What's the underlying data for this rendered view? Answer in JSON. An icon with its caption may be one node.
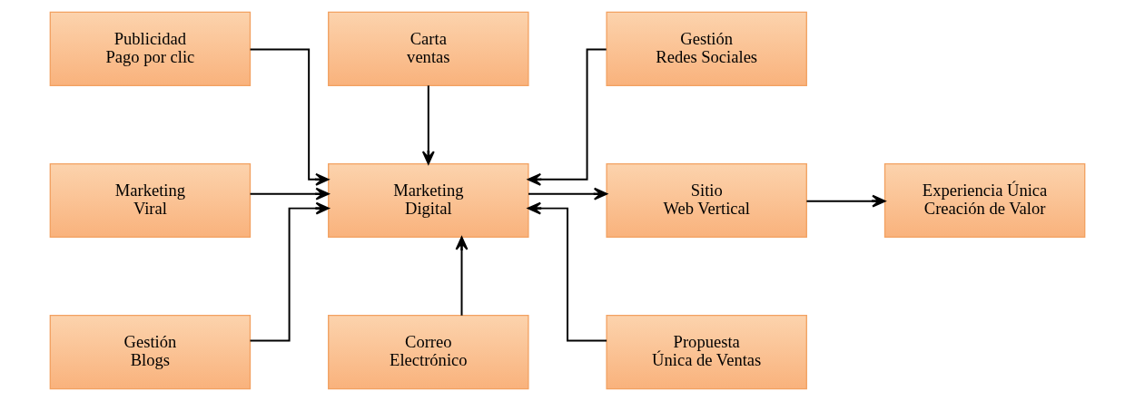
{
  "diagram": {
    "nodes": [
      {
        "text": [
          "Publicidad",
          "Pago por clic"
        ]
      },
      {
        "text": [
          "Carta",
          "ventas"
        ]
      },
      {
        "text": [
          "Gestión",
          "Redes Sociales"
        ]
      },
      {
        "text": [
          "Marketing",
          "Viral"
        ]
      },
      {
        "text": [
          "Marketing",
          "Digital"
        ]
      },
      {
        "text": [
          "Sitio",
          "Web Vertical"
        ]
      },
      {
        "text": [
          "Experiencia Única",
          "Creación de Valor"
        ]
      },
      {
        "text": [
          "Gestión",
          "Blogs"
        ]
      },
      {
        "text": [
          "Correo",
          "Electrónico"
        ]
      },
      {
        "text": [
          "Propuesta",
          "Única de Ventas"
        ]
      }
    ],
    "edges": [
      {
        "from": 0,
        "to": 4,
        "arrow": "to"
      },
      {
        "from": 1,
        "to": 4,
        "arrow": "to"
      },
      {
        "from": 2,
        "to": 4,
        "arrow": "to"
      },
      {
        "from": 3,
        "to": 4,
        "arrow": "to"
      },
      {
        "from": 4,
        "to": 5,
        "arrow": "to"
      },
      {
        "from": 5,
        "to": 6,
        "arrow": "to"
      },
      {
        "from": 7,
        "to": 4,
        "arrow": "to"
      },
      {
        "from": 8,
        "to": 4,
        "arrow": "to"
      },
      {
        "from": 9,
        "to": 4,
        "arrow": "to"
      }
    ]
  }
}
